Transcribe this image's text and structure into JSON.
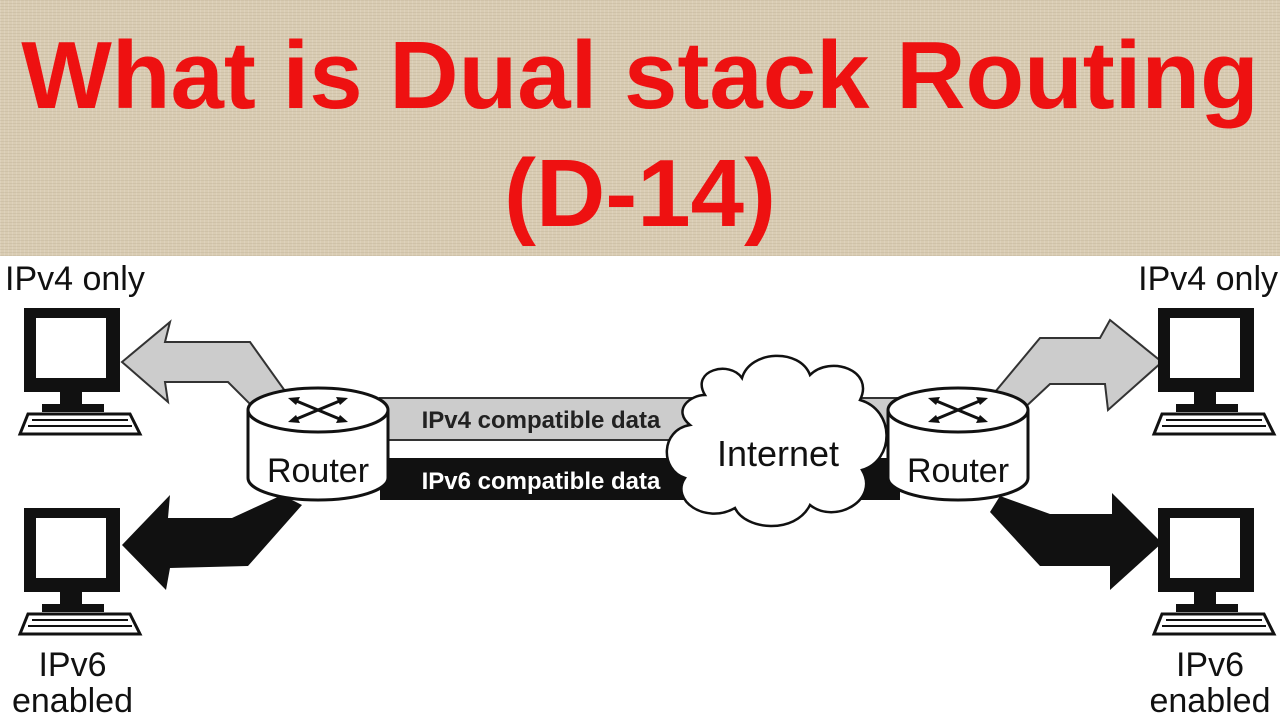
{
  "title": {
    "line1": "What is Dual stack Routing",
    "line2": "(D-14)"
  },
  "colors": {
    "title": "#ee1111",
    "banner": "#d9ccb3",
    "ipv4_path": "#cccccc",
    "ipv6_path": "#111111"
  },
  "hosts": {
    "top_left": "IPv4 only",
    "top_right": "IPv4 only",
    "bottom_left": [
      "IPv6",
      "enabled"
    ],
    "bottom_right": [
      "IPv6",
      "enabled"
    ]
  },
  "routers": {
    "left": "Router",
    "right": "Router"
  },
  "links": {
    "ipv4": "IPv4 compatible data",
    "ipv6": "IPv6 compatible data"
  },
  "cloud": "Internet",
  "icons": [
    "monitor-icon",
    "router-icon",
    "cloud-icon",
    "arrow-icon"
  ]
}
